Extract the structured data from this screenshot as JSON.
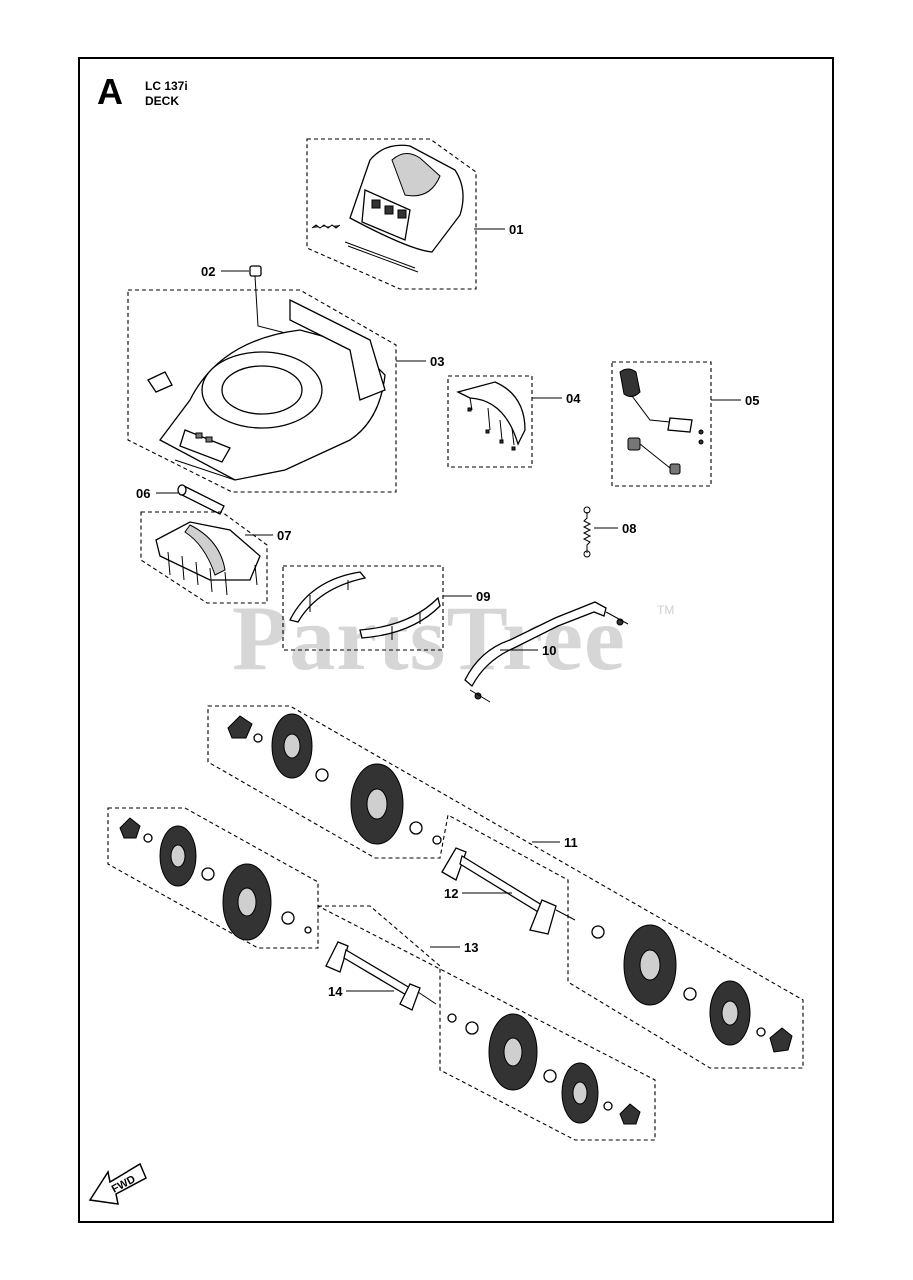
{
  "header": {
    "section_letter": "A",
    "model": "LC 137i",
    "section": "DECK"
  },
  "watermark": {
    "text": "PartsTree",
    "tm": "TM"
  },
  "direction_marker": {
    "text": "FWD",
    "icon": "forward-arrow-icon"
  },
  "callouts": [
    "01",
    "02",
    "03",
    "04",
    "05",
    "06",
    "07",
    "08",
    "09",
    "10",
    "11",
    "12",
    "13",
    "14"
  ],
  "parts": [
    {
      "ref": "01",
      "icon": "motor-cover-icon"
    },
    {
      "ref": "02",
      "icon": "cap-icon"
    },
    {
      "ref": "03",
      "icon": "deck-icon"
    },
    {
      "ref": "04",
      "icon": "deflector-icon"
    },
    {
      "ref": "05",
      "icon": "height-adjust-lever-icon"
    },
    {
      "ref": "06",
      "icon": "tube-icon"
    },
    {
      "ref": "07",
      "icon": "bracket-icon"
    },
    {
      "ref": "08",
      "icon": "spring-icon"
    },
    {
      "ref": "09",
      "icon": "strip-icon"
    },
    {
      "ref": "10",
      "icon": "bar-icon"
    },
    {
      "ref": "11",
      "icon": "rear-wheel-kit-icon"
    },
    {
      "ref": "12",
      "icon": "rear-axle-icon"
    },
    {
      "ref": "13",
      "icon": "front-wheel-kit-icon"
    },
    {
      "ref": "14",
      "icon": "front-axle-icon"
    }
  ]
}
